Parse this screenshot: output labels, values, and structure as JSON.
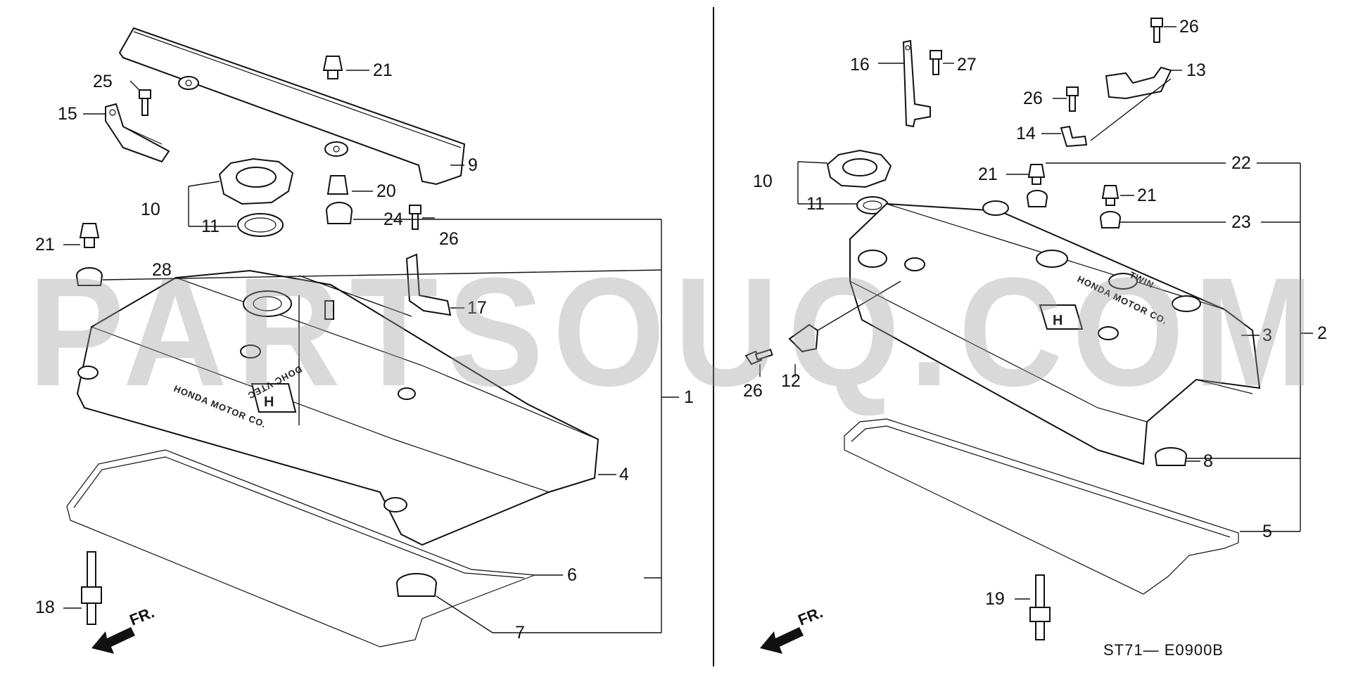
{
  "watermark": "PARTSOUQ.COM",
  "diagram_code": "ST71— E0900B",
  "direction_label": "FR.",
  "cover_embossing": {
    "left_logo": "DOHC VTEC",
    "left_maker": "HONDA MOTOR CO.",
    "right_maker": "HONDA MOTOR CO.",
    "right_logo": "TWIN"
  },
  "callouts_left": {
    "c1": "1",
    "c4": "4",
    "c6": "6",
    "c7": "7",
    "c9": "9",
    "c10": "10",
    "c11": "11",
    "c15": "15",
    "c17": "17",
    "c18": "18",
    "c20": "20",
    "c21a": "21",
    "c21b": "21",
    "c24": "24",
    "c25": "25",
    "c26": "26",
    "c28": "28"
  },
  "callouts_right": {
    "c2": "2",
    "c3": "3",
    "c5": "5",
    "c8": "8",
    "c10": "10",
    "c11": "11",
    "c12": "12",
    "c13": "13",
    "c14": "14",
    "c16": "16",
    "c19": "19",
    "c21a": "21",
    "c21b": "21",
    "c22": "22",
    "c23": "23",
    "c26a": "26",
    "c26b": "26",
    "c26c": "26",
    "c27": "27"
  }
}
